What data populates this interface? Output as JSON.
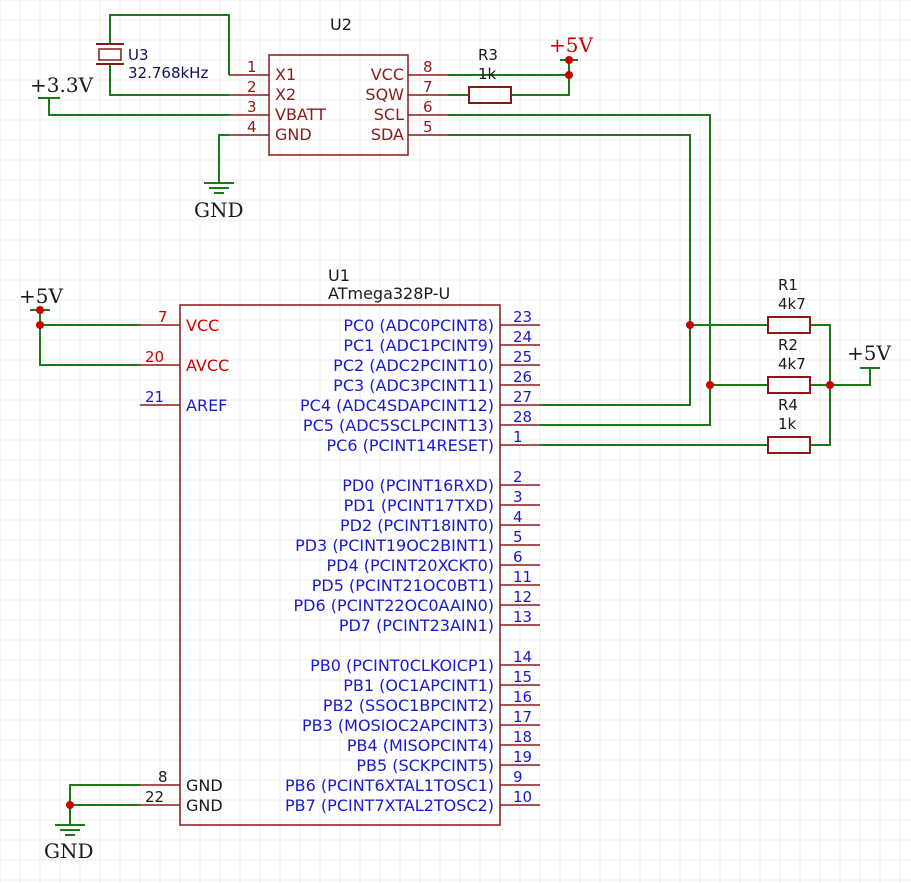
{
  "u2": {
    "ref": "U2",
    "pins_left": [
      {
        "num": "1",
        "name": "X1"
      },
      {
        "num": "2",
        "name": "X2"
      },
      {
        "num": "3",
        "name": "VBATT"
      },
      {
        "num": "4",
        "name": "GND"
      }
    ],
    "pins_right": [
      {
        "num": "8",
        "name": "VCC"
      },
      {
        "num": "7",
        "name": "SQW"
      },
      {
        "num": "6",
        "name": "SCL"
      },
      {
        "num": "5",
        "name": "SDA"
      }
    ]
  },
  "u3": {
    "ref": "U3",
    "value": "32.768kHz"
  },
  "r3": {
    "ref": "R3",
    "value": "1k"
  },
  "r1": {
    "ref": "R1",
    "value": "4k7"
  },
  "r2": {
    "ref": "R2",
    "value": "4k7"
  },
  "r4": {
    "ref": "R4",
    "value": "1k"
  },
  "power": {
    "v33": "+3.3V",
    "v5_top": "+5V",
    "v5_left": "+5V",
    "v5_right": "+5V",
    "gnd_top": "GND",
    "gnd_bottom": "GND"
  },
  "u1": {
    "ref": "U1",
    "value": "ATmega328P-U",
    "pins_left": [
      {
        "num": "7",
        "name": "VCC"
      },
      {
        "num": "20",
        "name": "AVCC"
      },
      {
        "num": "21",
        "name": "AREF"
      },
      {
        "num": "8",
        "name": "GND"
      },
      {
        "num": "22",
        "name": "GND"
      }
    ],
    "pins_right": [
      {
        "num": "23",
        "name": "PC0 (ADC0PCINT8)"
      },
      {
        "num": "24",
        "name": "PC1 (ADC1PCINT9)"
      },
      {
        "num": "25",
        "name": "PC2 (ADC2PCINT10)"
      },
      {
        "num": "26",
        "name": "PC3 (ADC3PCINT11)"
      },
      {
        "num": "27",
        "name": "PC4 (ADC4SDAPCINT12)"
      },
      {
        "num": "28",
        "name": "PC5 (ADC5SCLPCINT13)"
      },
      {
        "num": "1",
        "name": "PC6 (PCINT14RESET)"
      },
      {
        "num": "2",
        "name": "PD0 (PCINT16RXD)"
      },
      {
        "num": "3",
        "name": "PD1 (PCINT17TXD)"
      },
      {
        "num": "4",
        "name": "PD2 (PCINT18INT0)"
      },
      {
        "num": "5",
        "name": "PD3 (PCINT19OC2BINT1)"
      },
      {
        "num": "6",
        "name": "PD4 (PCINT20XCKT0)"
      },
      {
        "num": "11",
        "name": "PD5 (PCINT21OC0BT1)"
      },
      {
        "num": "12",
        "name": "PD6 (PCINT22OC0AAIN0)"
      },
      {
        "num": "13",
        "name": "PD7 (PCINT23AIN1)"
      },
      {
        "num": "14",
        "name": "PB0 (PCINT0CLKOICP1)"
      },
      {
        "num": "15",
        "name": "PB1 (OC1APCINT1)"
      },
      {
        "num": "16",
        "name": "PB2 (SSOC1BPCINT2)"
      },
      {
        "num": "17",
        "name": "PB3 (MOSIOC2APCINT3)"
      },
      {
        "num": "18",
        "name": "PB4 (MISOPCINT4)"
      },
      {
        "num": "19",
        "name": "PB5 (SCKPCINT5)"
      },
      {
        "num": "9",
        "name": "PB6 (PCINT6XTAL1TOSC1)"
      },
      {
        "num": "10",
        "name": "PB7 (PCINT7XTAL2TOSC2)"
      }
    ]
  }
}
